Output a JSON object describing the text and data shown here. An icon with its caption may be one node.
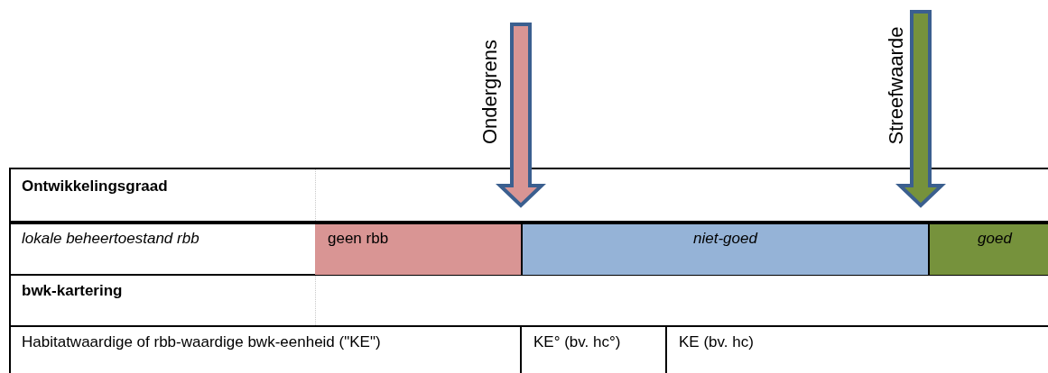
{
  "diagram": {
    "nodes": [
      {
        "text": [
          "Ondergrens"
        ]
      },
      {
        "text": [
          "Streefwaarde"
        ]
      },
      {
        "text": [
          "geen rbb"
        ]
      },
      {
        "text": [
          "niet-goed"
        ]
      },
      {
        "text": [
          "goed"
        ]
      }
    ],
    "edges": [
      {
        "from": 0,
        "to": null,
        "arrow": "to",
        "color": "#d99594"
      },
      {
        "from": 1,
        "to": null,
        "arrow": "to",
        "color": "#76923c"
      }
    ],
    "labels": [
      "Ontwikkelingsgraad",
      "lokale beheertoestand rbb",
      "bwk-kartering",
      "Habitatwaardige of rbb-waardige bwk-eenheid (\"KE\")",
      "KE° (bv. hc°)",
      "KE (bv. hc)"
    ]
  }
}
